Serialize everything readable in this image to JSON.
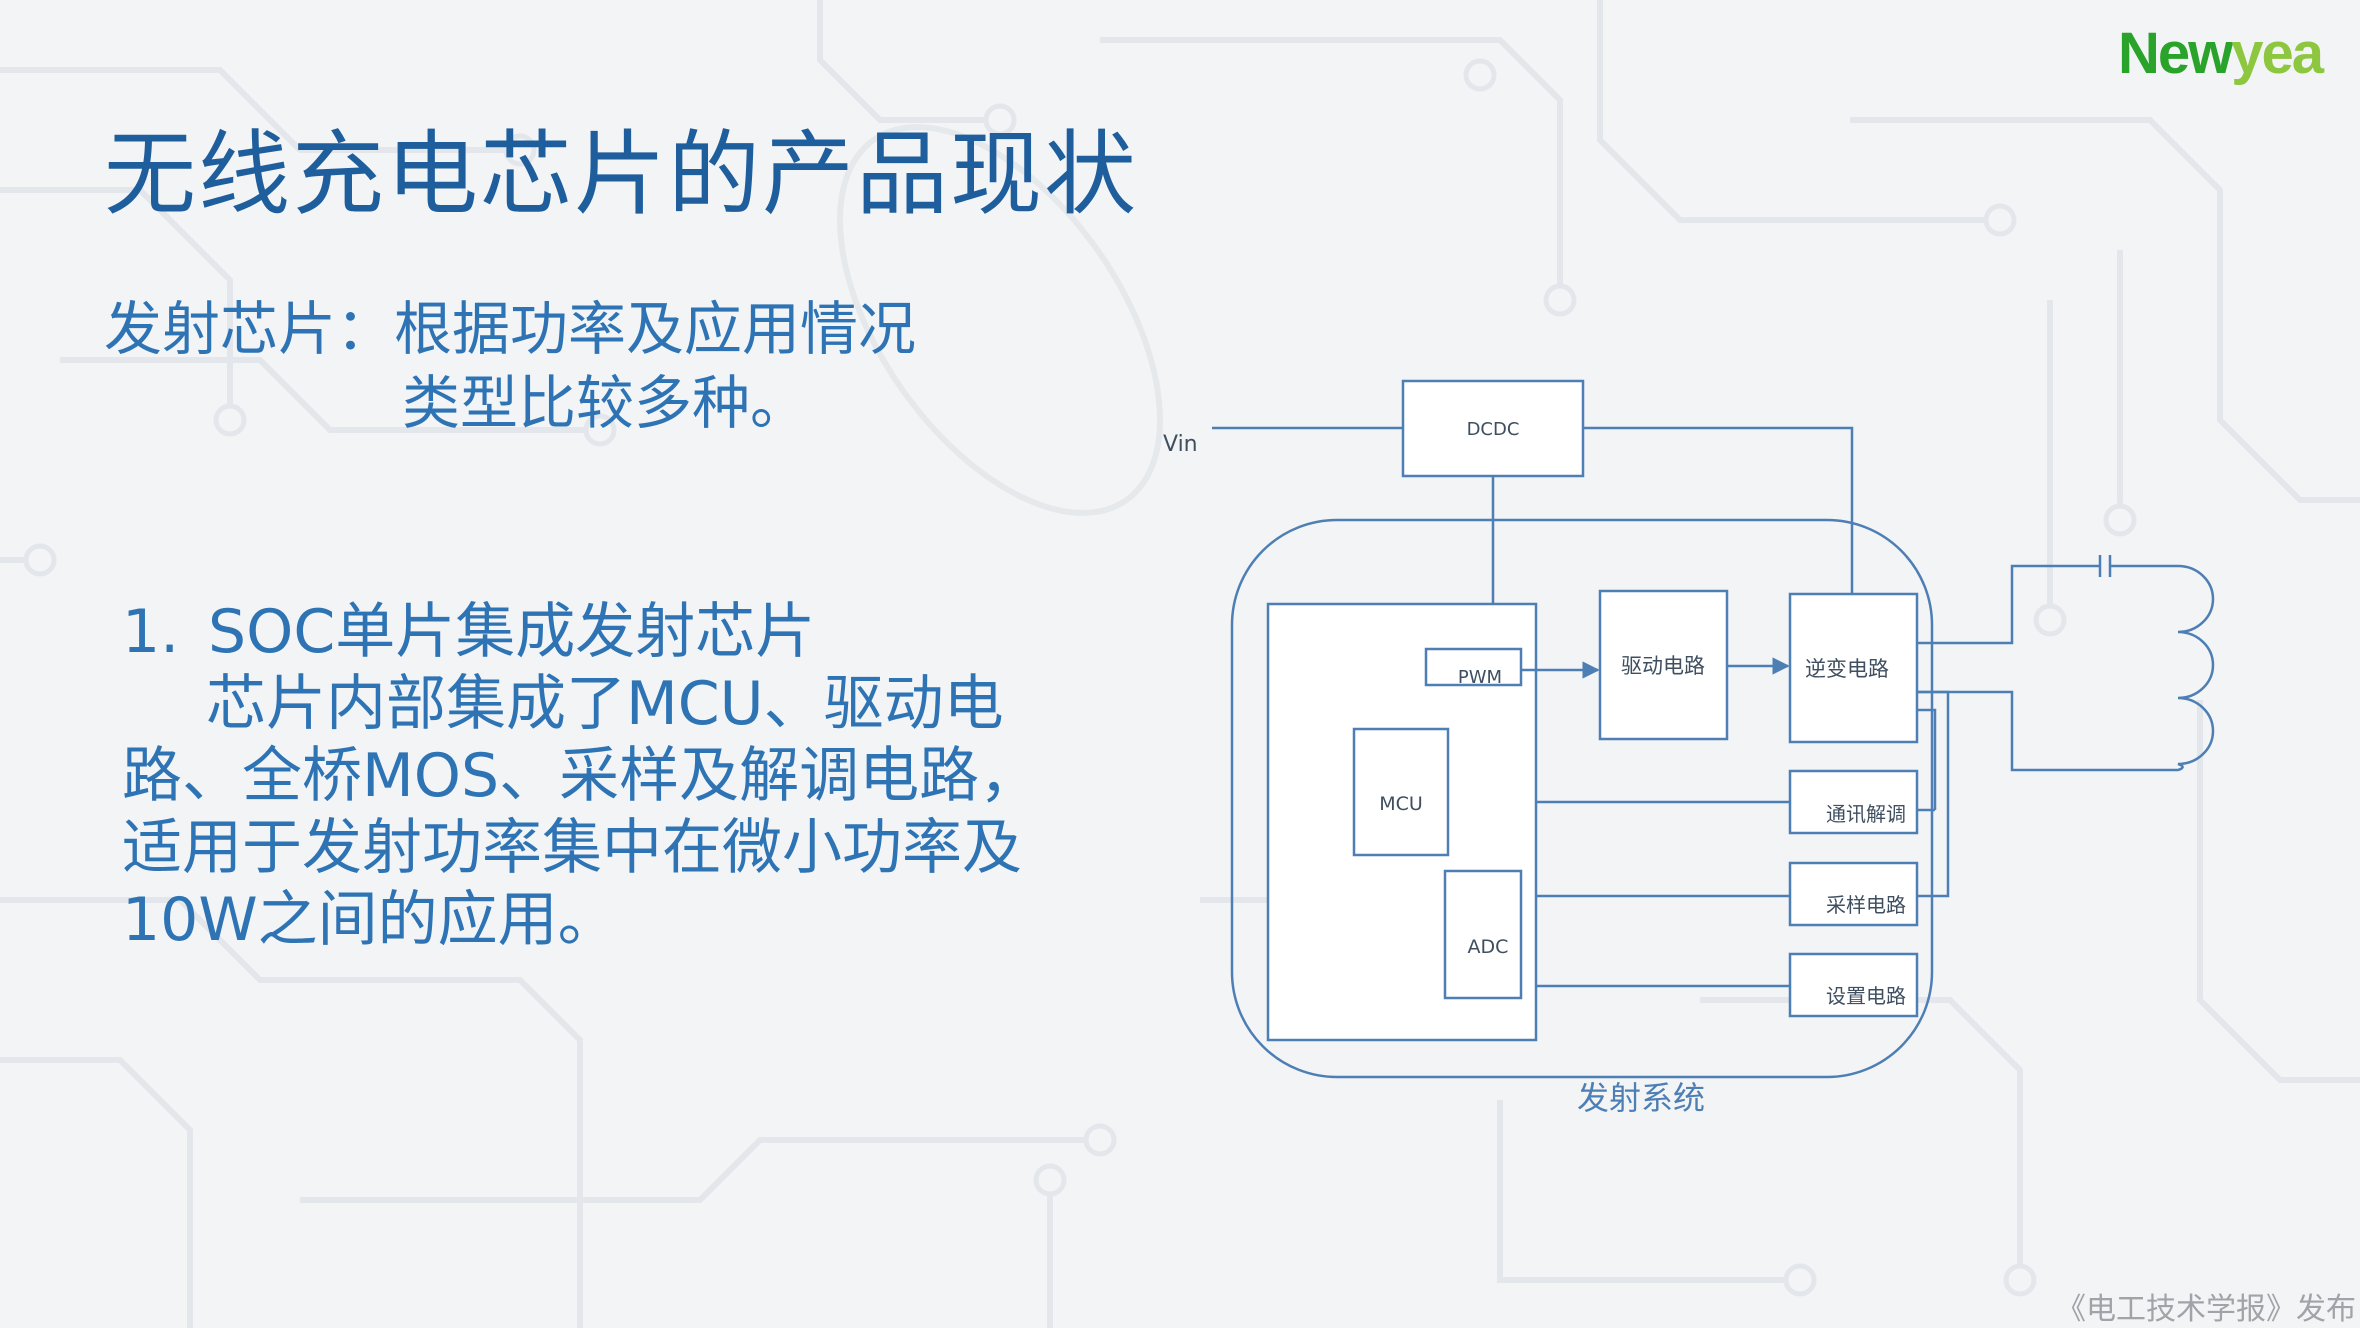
{
  "slide": {
    "title": "无线充电芯片的产品现状",
    "logo": {
      "part1": "New",
      "part2": "yea"
    },
    "subtitle": {
      "line1": "发射芯片：根据功率及应用情况",
      "line2": "类型比较多种。"
    },
    "item": {
      "number": "1.",
      "heading": "SOC单片集成发射芯片",
      "body": "芯片内部集成了MCU、驱动电路、全桥MOS、采样及解调电路，适用于发射功率集中在微小功率及10W之间的应用。"
    },
    "footer": "《电工技术学报》发布"
  },
  "diagram": {
    "vin": "Vin",
    "dcdc": "DCDC",
    "pwm": "PWM",
    "mcu": "MCU",
    "adc": "ADC",
    "driver": "驱动电路",
    "inverter": "逆变电路",
    "comm": "通讯解调",
    "sampling": "采样电路",
    "setting": "设置电路",
    "system_label": "发射系统"
  },
  "colors": {
    "title": "#1f5e9c",
    "text": "#2e74b5",
    "diagram_line": "#4d7fb5",
    "logo_green": "#2aa32a",
    "logo_light": "#8dc63f"
  }
}
